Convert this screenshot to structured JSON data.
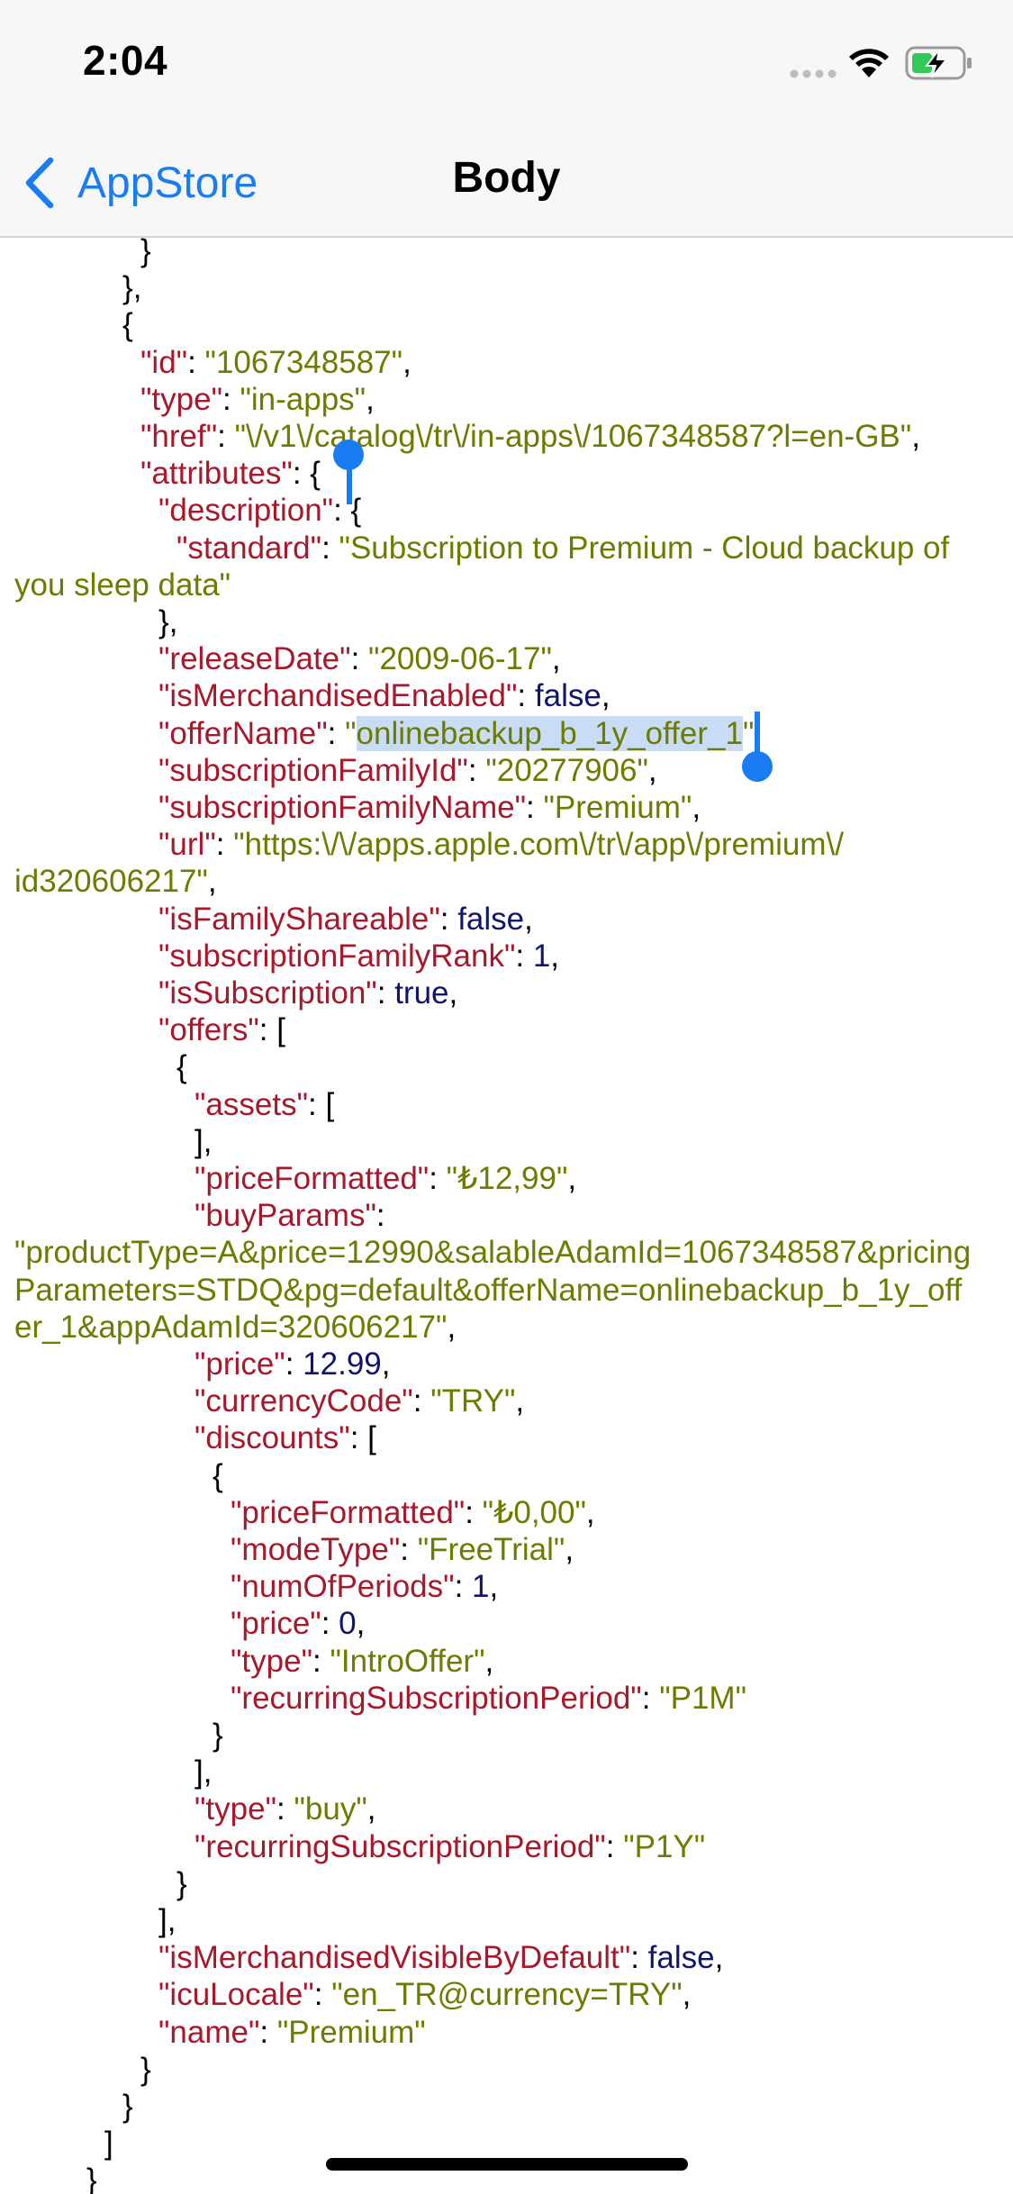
{
  "status_bar": {
    "time": "2:04"
  },
  "nav": {
    "back_label": "AppStore",
    "title": "Body"
  },
  "json_lines": [
    {
      "indent": 140,
      "parts": [
        {
          "t": "}",
          "c": "p"
        }
      ]
    },
    {
      "indent": 120,
      "parts": [
        {
          "t": "},",
          "c": "p"
        }
      ]
    },
    {
      "indent": 120,
      "parts": [
        {
          "t": "{",
          "c": "p"
        }
      ]
    },
    {
      "indent": 140,
      "parts": [
        {
          "t": "\"id\"",
          "c": "k"
        },
        {
          "t": ": ",
          "c": "p"
        },
        {
          "t": "\"1067348587\"",
          "c": "s"
        },
        {
          "t": ",",
          "c": "p"
        }
      ]
    },
    {
      "indent": 140,
      "parts": [
        {
          "t": "\"type\"",
          "c": "k"
        },
        {
          "t": ": ",
          "c": "p"
        },
        {
          "t": "\"in-apps\"",
          "c": "s"
        },
        {
          "t": ",",
          "c": "p"
        }
      ]
    },
    {
      "indent": 140,
      "parts": [
        {
          "t": "\"href\"",
          "c": "k"
        },
        {
          "t": ": ",
          "c": "p"
        },
        {
          "t": "\"\\/v1\\/catalog\\/tr\\/in-apps\\/1067348587?l=en-GB\"",
          "c": "s"
        },
        {
          "t": ",",
          "c": "p"
        }
      ]
    },
    {
      "indent": 140,
      "parts": [
        {
          "t": "\"attributes\"",
          "c": "k"
        },
        {
          "t": ": {",
          "c": "p"
        }
      ]
    },
    {
      "indent": 160,
      "parts": [
        {
          "t": "\"description\"",
          "c": "k"
        },
        {
          "t": ": {",
          "c": "p"
        }
      ]
    },
    {
      "indent": 180,
      "parts": [
        {
          "t": "\"standard\"",
          "c": "k"
        },
        {
          "t": ": ",
          "c": "p"
        },
        {
          "t": "\"Subscription to Premium - Cloud backup of",
          "c": "s"
        }
      ]
    },
    {
      "indent": 0,
      "parts": [
        {
          "t": "you sleep data\"",
          "c": "s"
        }
      ]
    },
    {
      "indent": 160,
      "parts": [
        {
          "t": "},",
          "c": "p"
        }
      ]
    },
    {
      "indent": 160,
      "parts": [
        {
          "t": "\"releaseDate\"",
          "c": "k"
        },
        {
          "t": ": ",
          "c": "p"
        },
        {
          "t": "\"2009-06-17\"",
          "c": "s"
        },
        {
          "t": ",",
          "c": "p"
        }
      ]
    },
    {
      "indent": 160,
      "parts": [
        {
          "t": "\"isMerchandisedEnabled\"",
          "c": "k"
        },
        {
          "t": ": ",
          "c": "p"
        },
        {
          "t": "false",
          "c": "n"
        },
        {
          "t": ",",
          "c": "p"
        }
      ]
    },
    {
      "indent": 160,
      "parts": [
        {
          "t": "\"offerName\"",
          "c": "k"
        },
        {
          "t": ": ",
          "c": "p"
        },
        {
          "t": "\"",
          "c": "s"
        },
        {
          "t": "onlinebackup_b_1y_offer_1",
          "c": "s",
          "sel": true
        },
        {
          "t": "\"",
          "c": "s"
        },
        {
          "t": ",",
          "c": "p"
        }
      ]
    },
    {
      "indent": 160,
      "parts": [
        {
          "t": "\"subscriptionFamilyId\"",
          "c": "k"
        },
        {
          "t": ": ",
          "c": "p"
        },
        {
          "t": "\"20277906\"",
          "c": "s"
        },
        {
          "t": ",",
          "c": "p"
        }
      ]
    },
    {
      "indent": 160,
      "parts": [
        {
          "t": "\"subscriptionFamilyName\"",
          "c": "k"
        },
        {
          "t": ": ",
          "c": "p"
        },
        {
          "t": "\"Premium\"",
          "c": "s"
        },
        {
          "t": ",",
          "c": "p"
        }
      ]
    },
    {
      "indent": 160,
      "parts": [
        {
          "t": "\"url\"",
          "c": "k"
        },
        {
          "t": ": ",
          "c": "p"
        },
        {
          "t": "\"https:\\/\\/apps.apple.com\\/tr\\/app\\/premium\\/",
          "c": "s"
        }
      ]
    },
    {
      "indent": 0,
      "parts": [
        {
          "t": "id320606217\"",
          "c": "s"
        },
        {
          "t": ",",
          "c": "p"
        }
      ]
    },
    {
      "indent": 160,
      "parts": [
        {
          "t": "\"isFamilyShareable\"",
          "c": "k"
        },
        {
          "t": ": ",
          "c": "p"
        },
        {
          "t": "false",
          "c": "n"
        },
        {
          "t": ",",
          "c": "p"
        }
      ]
    },
    {
      "indent": 160,
      "parts": [
        {
          "t": "\"subscriptionFamilyRank\"",
          "c": "k"
        },
        {
          "t": ": ",
          "c": "p"
        },
        {
          "t": "1",
          "c": "n"
        },
        {
          "t": ",",
          "c": "p"
        }
      ]
    },
    {
      "indent": 160,
      "parts": [
        {
          "t": "\"isSubscription\"",
          "c": "k"
        },
        {
          "t": ": ",
          "c": "p"
        },
        {
          "t": "true",
          "c": "n"
        },
        {
          "t": ",",
          "c": "p"
        }
      ]
    },
    {
      "indent": 160,
      "parts": [
        {
          "t": "\"offers\"",
          "c": "k"
        },
        {
          "t": ": [",
          "c": "p"
        }
      ]
    },
    {
      "indent": 180,
      "parts": [
        {
          "t": "{",
          "c": "p"
        }
      ]
    },
    {
      "indent": 200,
      "parts": [
        {
          "t": "\"assets\"",
          "c": "k"
        },
        {
          "t": ": [",
          "c": "p"
        }
      ]
    },
    {
      "indent": 200,
      "parts": [
        {
          "t": "],",
          "c": "p"
        }
      ]
    },
    {
      "indent": 200,
      "parts": [
        {
          "t": "\"priceFormatted\"",
          "c": "k"
        },
        {
          "t": ": ",
          "c": "p"
        },
        {
          "t": "\"₺12,99\"",
          "c": "s"
        },
        {
          "t": ",",
          "c": "p"
        }
      ]
    },
    {
      "indent": 200,
      "parts": [
        {
          "t": "\"buyParams\"",
          "c": "k"
        },
        {
          "t": ":",
          "c": "p"
        }
      ]
    },
    {
      "indent": 0,
      "parts": [
        {
          "t": "\"productType=A&price=12990&salableAdamId=1067348587&pricing",
          "c": "s"
        }
      ]
    },
    {
      "indent": 0,
      "parts": [
        {
          "t": "Parameters=STDQ&pg=default&offerName=onlinebackup_b_1y_off",
          "c": "s"
        }
      ]
    },
    {
      "indent": 0,
      "parts": [
        {
          "t": "er_1&appAdamId=320606217\"",
          "c": "s"
        },
        {
          "t": ",",
          "c": "p"
        }
      ]
    },
    {
      "indent": 200,
      "parts": [
        {
          "t": "\"price\"",
          "c": "k"
        },
        {
          "t": ": ",
          "c": "p"
        },
        {
          "t": "12.99",
          "c": "n"
        },
        {
          "t": ",",
          "c": "p"
        }
      ]
    },
    {
      "indent": 200,
      "parts": [
        {
          "t": "\"currencyCode\"",
          "c": "k"
        },
        {
          "t": ": ",
          "c": "p"
        },
        {
          "t": "\"TRY\"",
          "c": "s"
        },
        {
          "t": ",",
          "c": "p"
        }
      ]
    },
    {
      "indent": 200,
      "parts": [
        {
          "t": "\"discounts\"",
          "c": "k"
        },
        {
          "t": ": [",
          "c": "p"
        }
      ]
    },
    {
      "indent": 220,
      "parts": [
        {
          "t": "{",
          "c": "p"
        }
      ]
    },
    {
      "indent": 240,
      "parts": [
        {
          "t": "\"priceFormatted\"",
          "c": "k"
        },
        {
          "t": ": ",
          "c": "p"
        },
        {
          "t": "\"₺0,00\"",
          "c": "s"
        },
        {
          "t": ",",
          "c": "p"
        }
      ]
    },
    {
      "indent": 240,
      "parts": [
        {
          "t": "\"modeType\"",
          "c": "k"
        },
        {
          "t": ": ",
          "c": "p"
        },
        {
          "t": "\"FreeTrial\"",
          "c": "s"
        },
        {
          "t": ",",
          "c": "p"
        }
      ]
    },
    {
      "indent": 240,
      "parts": [
        {
          "t": "\"numOfPeriods\"",
          "c": "k"
        },
        {
          "t": ": ",
          "c": "p"
        },
        {
          "t": "1",
          "c": "n"
        },
        {
          "t": ",",
          "c": "p"
        }
      ]
    },
    {
      "indent": 240,
      "parts": [
        {
          "t": "\"price\"",
          "c": "k"
        },
        {
          "t": ": ",
          "c": "p"
        },
        {
          "t": "0",
          "c": "n"
        },
        {
          "t": ",",
          "c": "p"
        }
      ]
    },
    {
      "indent": 240,
      "parts": [
        {
          "t": "\"type\"",
          "c": "k"
        },
        {
          "t": ": ",
          "c": "p"
        },
        {
          "t": "\"IntroOffer\"",
          "c": "s"
        },
        {
          "t": ",",
          "c": "p"
        }
      ]
    },
    {
      "indent": 240,
      "parts": [
        {
          "t": "\"recurringSubscriptionPeriod\"",
          "c": "k"
        },
        {
          "t": ": ",
          "c": "p"
        },
        {
          "t": "\"P1M\"",
          "c": "s"
        }
      ]
    },
    {
      "indent": 220,
      "parts": [
        {
          "t": "}",
          "c": "p"
        }
      ]
    },
    {
      "indent": 200,
      "parts": [
        {
          "t": "],",
          "c": "p"
        }
      ]
    },
    {
      "indent": 200,
      "parts": [
        {
          "t": "\"type\"",
          "c": "k"
        },
        {
          "t": ": ",
          "c": "p"
        },
        {
          "t": "\"buy\"",
          "c": "s"
        },
        {
          "t": ",",
          "c": "p"
        }
      ]
    },
    {
      "indent": 200,
      "parts": [
        {
          "t": "\"recurringSubscriptionPeriod\"",
          "c": "k"
        },
        {
          "t": ": ",
          "c": "p"
        },
        {
          "t": "\"P1Y\"",
          "c": "s"
        }
      ]
    },
    {
      "indent": 180,
      "parts": [
        {
          "t": "}",
          "c": "p"
        }
      ]
    },
    {
      "indent": 160,
      "parts": [
        {
          "t": "],",
          "c": "p"
        }
      ]
    },
    {
      "indent": 160,
      "parts": [
        {
          "t": "\"isMerchandisedVisibleByDefault\"",
          "c": "k"
        },
        {
          "t": ": ",
          "c": "p"
        },
        {
          "t": "false",
          "c": "n"
        },
        {
          "t": ",",
          "c": "p"
        }
      ]
    },
    {
      "indent": 160,
      "parts": [
        {
          "t": "\"icuLocale\"",
          "c": "k"
        },
        {
          "t": ": ",
          "c": "p"
        },
        {
          "t": "\"en_TR@currency=TRY\"",
          "c": "s"
        },
        {
          "t": ",",
          "c": "p"
        }
      ]
    },
    {
      "indent": 160,
      "parts": [
        {
          "t": "\"name\"",
          "c": "k"
        },
        {
          "t": ": ",
          "c": "p"
        },
        {
          "t": "\"Premium\"",
          "c": "s"
        }
      ]
    },
    {
      "indent": 140,
      "parts": [
        {
          "t": "}",
          "c": "p"
        }
      ]
    },
    {
      "indent": 120,
      "parts": [
        {
          "t": "}",
          "c": "p"
        }
      ]
    },
    {
      "indent": 100,
      "parts": [
        {
          "t": "]",
          "c": "p"
        }
      ]
    },
    {
      "indent": 80,
      "parts": [
        {
          "t": "}",
          "c": "p"
        }
      ]
    }
  ]
}
